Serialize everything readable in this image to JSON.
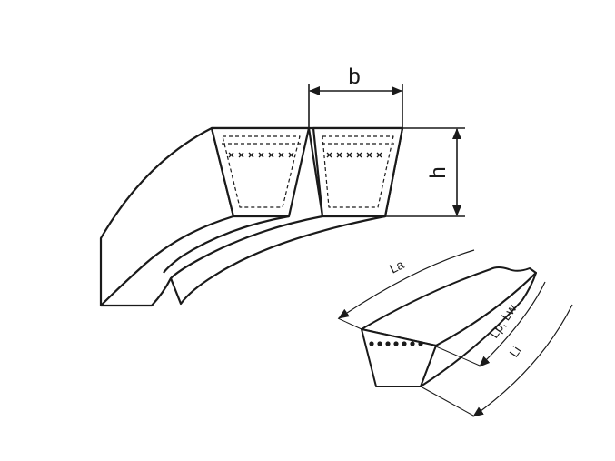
{
  "labels": {
    "width": "b",
    "height": "h",
    "outer_length": "La",
    "pitch_length": "Lp, Lw",
    "inner_length": "Li"
  },
  "colors": {
    "stroke": "#1a1a1a",
    "background": "#ffffff"
  }
}
